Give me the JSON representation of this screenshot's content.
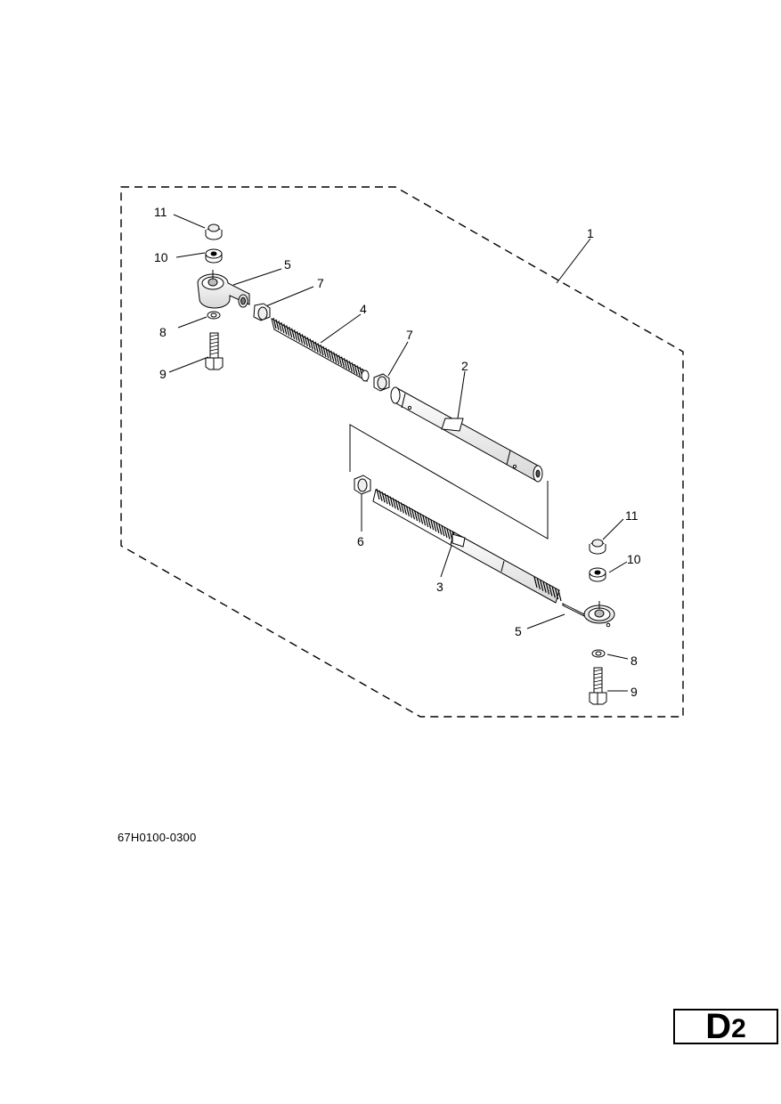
{
  "callouts": {
    "p1": "1",
    "p2": "2",
    "p3": "3",
    "p4": "4",
    "p5a": "5",
    "p5b": "5",
    "p6": "6",
    "p7a": "7",
    "p7b": "7",
    "p8a": "8",
    "p8b": "8",
    "p9a": "9",
    "p9b": "9",
    "p10a": "10",
    "p10b": "10",
    "p11a": "11",
    "p11b": "11"
  },
  "diagram_code": "67H0100-0300",
  "page_label": {
    "letter": "D",
    "number": "2"
  }
}
